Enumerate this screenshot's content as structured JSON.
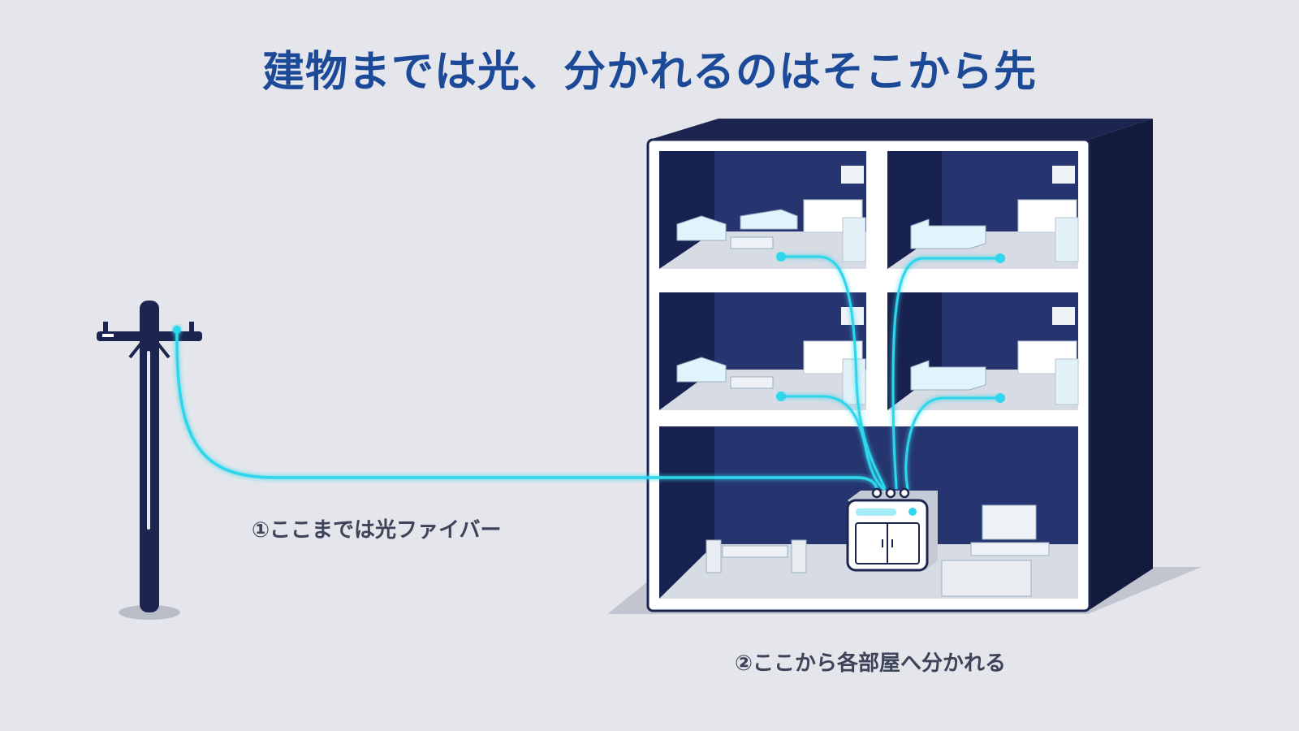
{
  "title": "建物までは光、分かれるのはそこから先",
  "labels": {
    "fiber": "①ここまでは光ファイバー",
    "branch": "②ここから各部屋へ分かれる"
  },
  "colors": {
    "background": "#e4e6eb",
    "title": "#1d4a98",
    "navy": "#1c2550",
    "fiber": "#2fd6ec",
    "label": "#3d4358"
  },
  "icons": [
    "utility-pole-icon",
    "building-icon",
    "optical-splitter-icon"
  ]
}
